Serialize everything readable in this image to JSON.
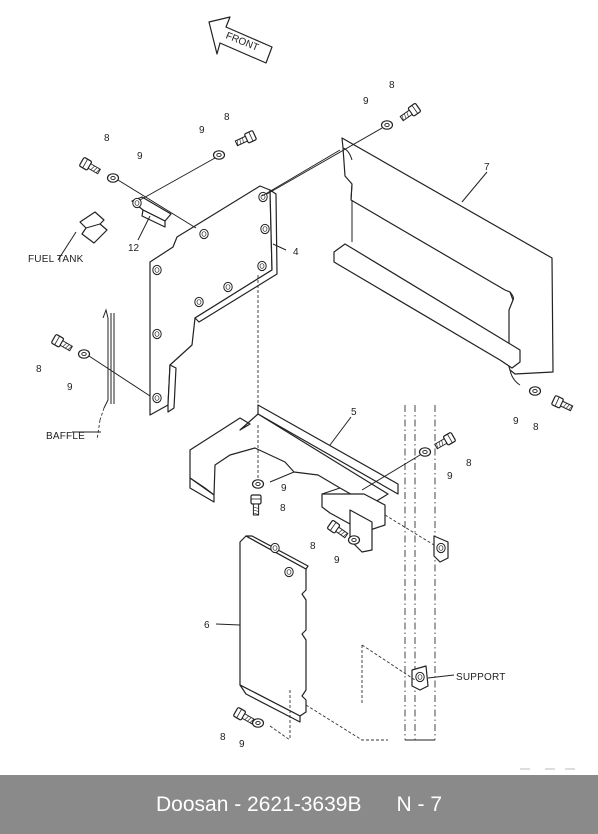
{
  "diagram": {
    "front_label": "FRONT",
    "callouts": {
      "p4": "4",
      "p5": "5",
      "p6": "6",
      "p7": "7",
      "p12": "12",
      "b8": "8",
      "w9": "9"
    },
    "captions": {
      "fuel_tank": "FUEL TANK",
      "baffle": "BAFFLE",
      "support": "SUPPORT"
    }
  },
  "footer": {
    "brand": "Doosan",
    "part_number": "2621-3639B",
    "page": "N - 7",
    "separator": " - "
  },
  "colors": {
    "footer_bg": "#8a8a8a",
    "footer_text": "#ffffff",
    "line": "#222222"
  }
}
